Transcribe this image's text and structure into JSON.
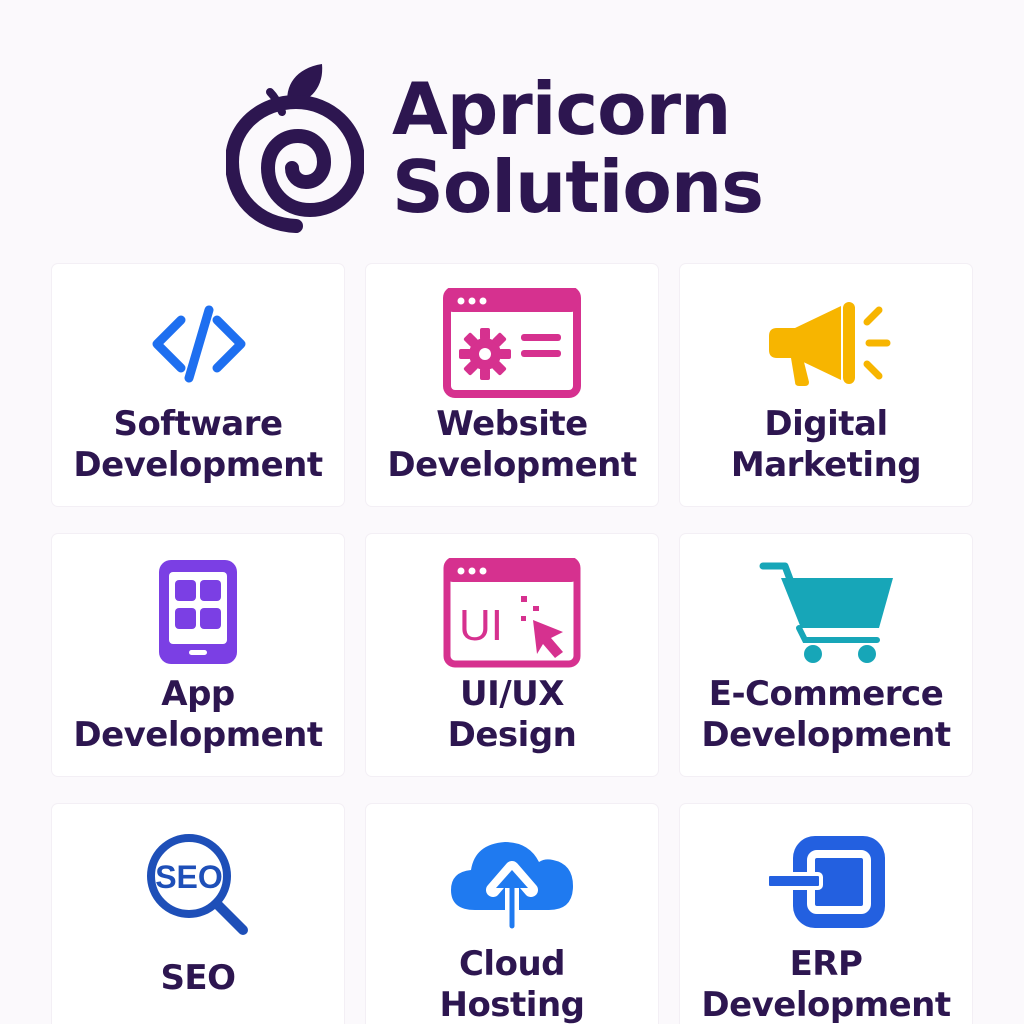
{
  "brand": {
    "name_line1": "Apricorn",
    "name_line2": "Solutions",
    "logo_icon": "apricot-spiral-logo-icon",
    "color": "#2d1650"
  },
  "services": [
    {
      "line1": "Software",
      "line2": "Development",
      "icon": "code-brackets-icon",
      "color": "#1e6ff0"
    },
    {
      "line1": "Website",
      "line2": "Development",
      "icon": "browser-gear-icon",
      "color": "#d6318f"
    },
    {
      "line1": "Digital",
      "line2": "Marketing",
      "icon": "megaphone-icon",
      "color": "#f7b500"
    },
    {
      "line1": "App",
      "line2": "Development",
      "icon": "mobile-app-icon",
      "color": "#7b3fe4"
    },
    {
      "line1": "UI/UX",
      "line2": "Design",
      "icon": "ui-cursor-icon",
      "color": "#d6318f"
    },
    {
      "line1": "E-Commerce",
      "line2": "Development",
      "icon": "shopping-cart-icon",
      "color": "#17a6b8"
    },
    {
      "line1": "SEO",
      "line2": "",
      "icon": "seo-magnifier-icon",
      "color": "#1e4fb8"
    },
    {
      "line1": "Cloud",
      "line2": "Hosting",
      "icon": "cloud-upload-icon",
      "color": "#1f7af0"
    },
    {
      "line1": "ERP",
      "line2": "Development",
      "icon": "erp-module-icon",
      "color": "#2360e0"
    }
  ],
  "icon_text": {
    "seo": "SEO",
    "ui": "UI"
  }
}
